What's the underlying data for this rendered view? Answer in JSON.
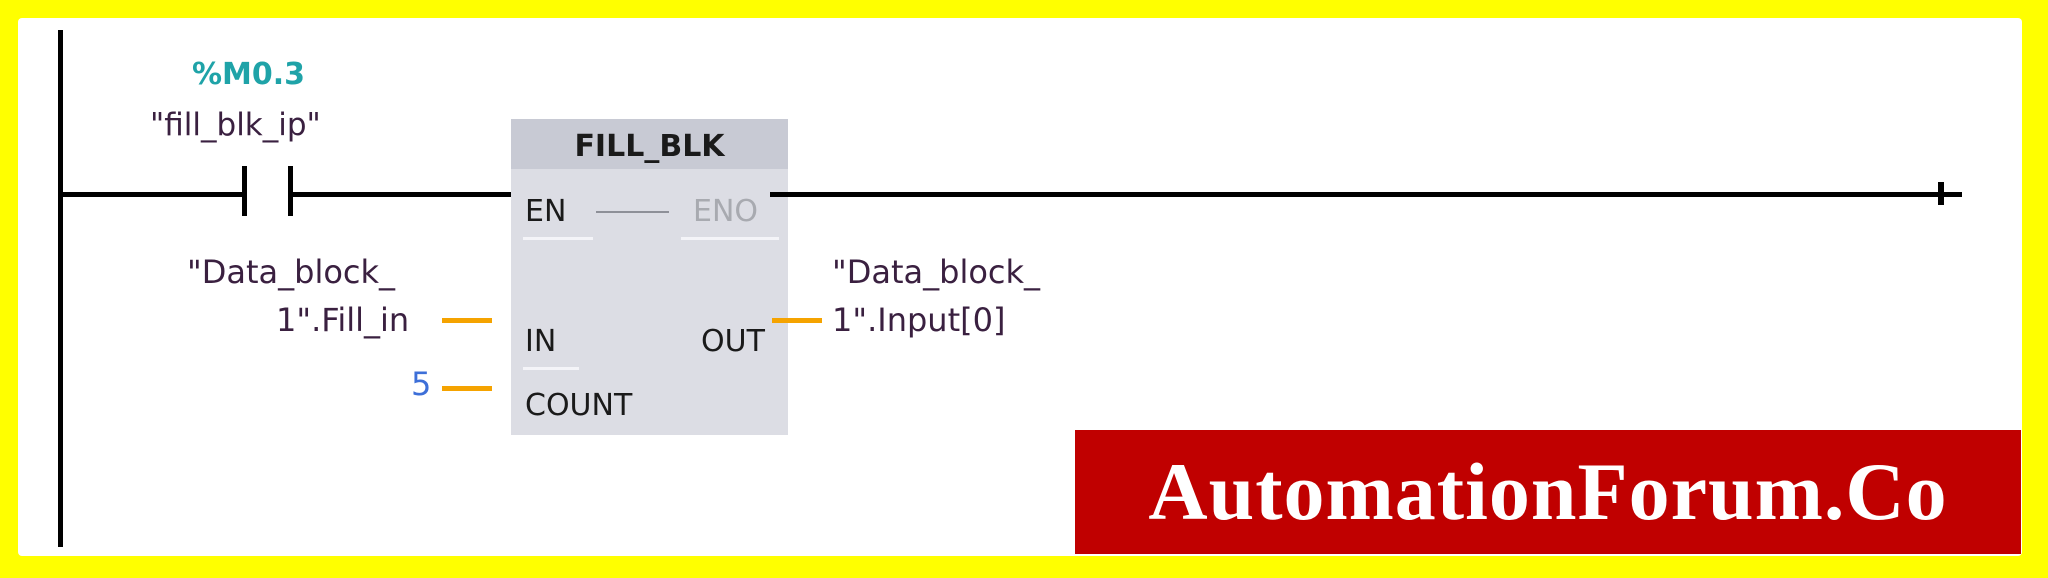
{
  "diagram": {
    "type": "ladder-logic-network",
    "contact": {
      "address": "%M0.3",
      "tag": "\"fill_blk_ip\"",
      "kind": "normally-open"
    },
    "instruction": {
      "name": "FILL_BLK",
      "pins": {
        "en": "EN",
        "eno": "ENO",
        "in": "IN",
        "out": "OUT",
        "count": "COUNT"
      }
    },
    "operands": {
      "in_line1": "\"Data_block_",
      "in_line2": "1\".Fill_in",
      "count": "5",
      "out_line1": "\"Data_block_",
      "out_line2": "1\".Input[0]"
    },
    "colors": {
      "frame": "#ffff00",
      "address": "#1fa3a8",
      "constant": "#3d6fd8",
      "operand_wire": "#f5a300",
      "block_body": "#dcdde4",
      "block_header": "#c8cad4"
    }
  },
  "watermark": {
    "text": "AutomationForum.Co",
    "background": "#c00000"
  }
}
